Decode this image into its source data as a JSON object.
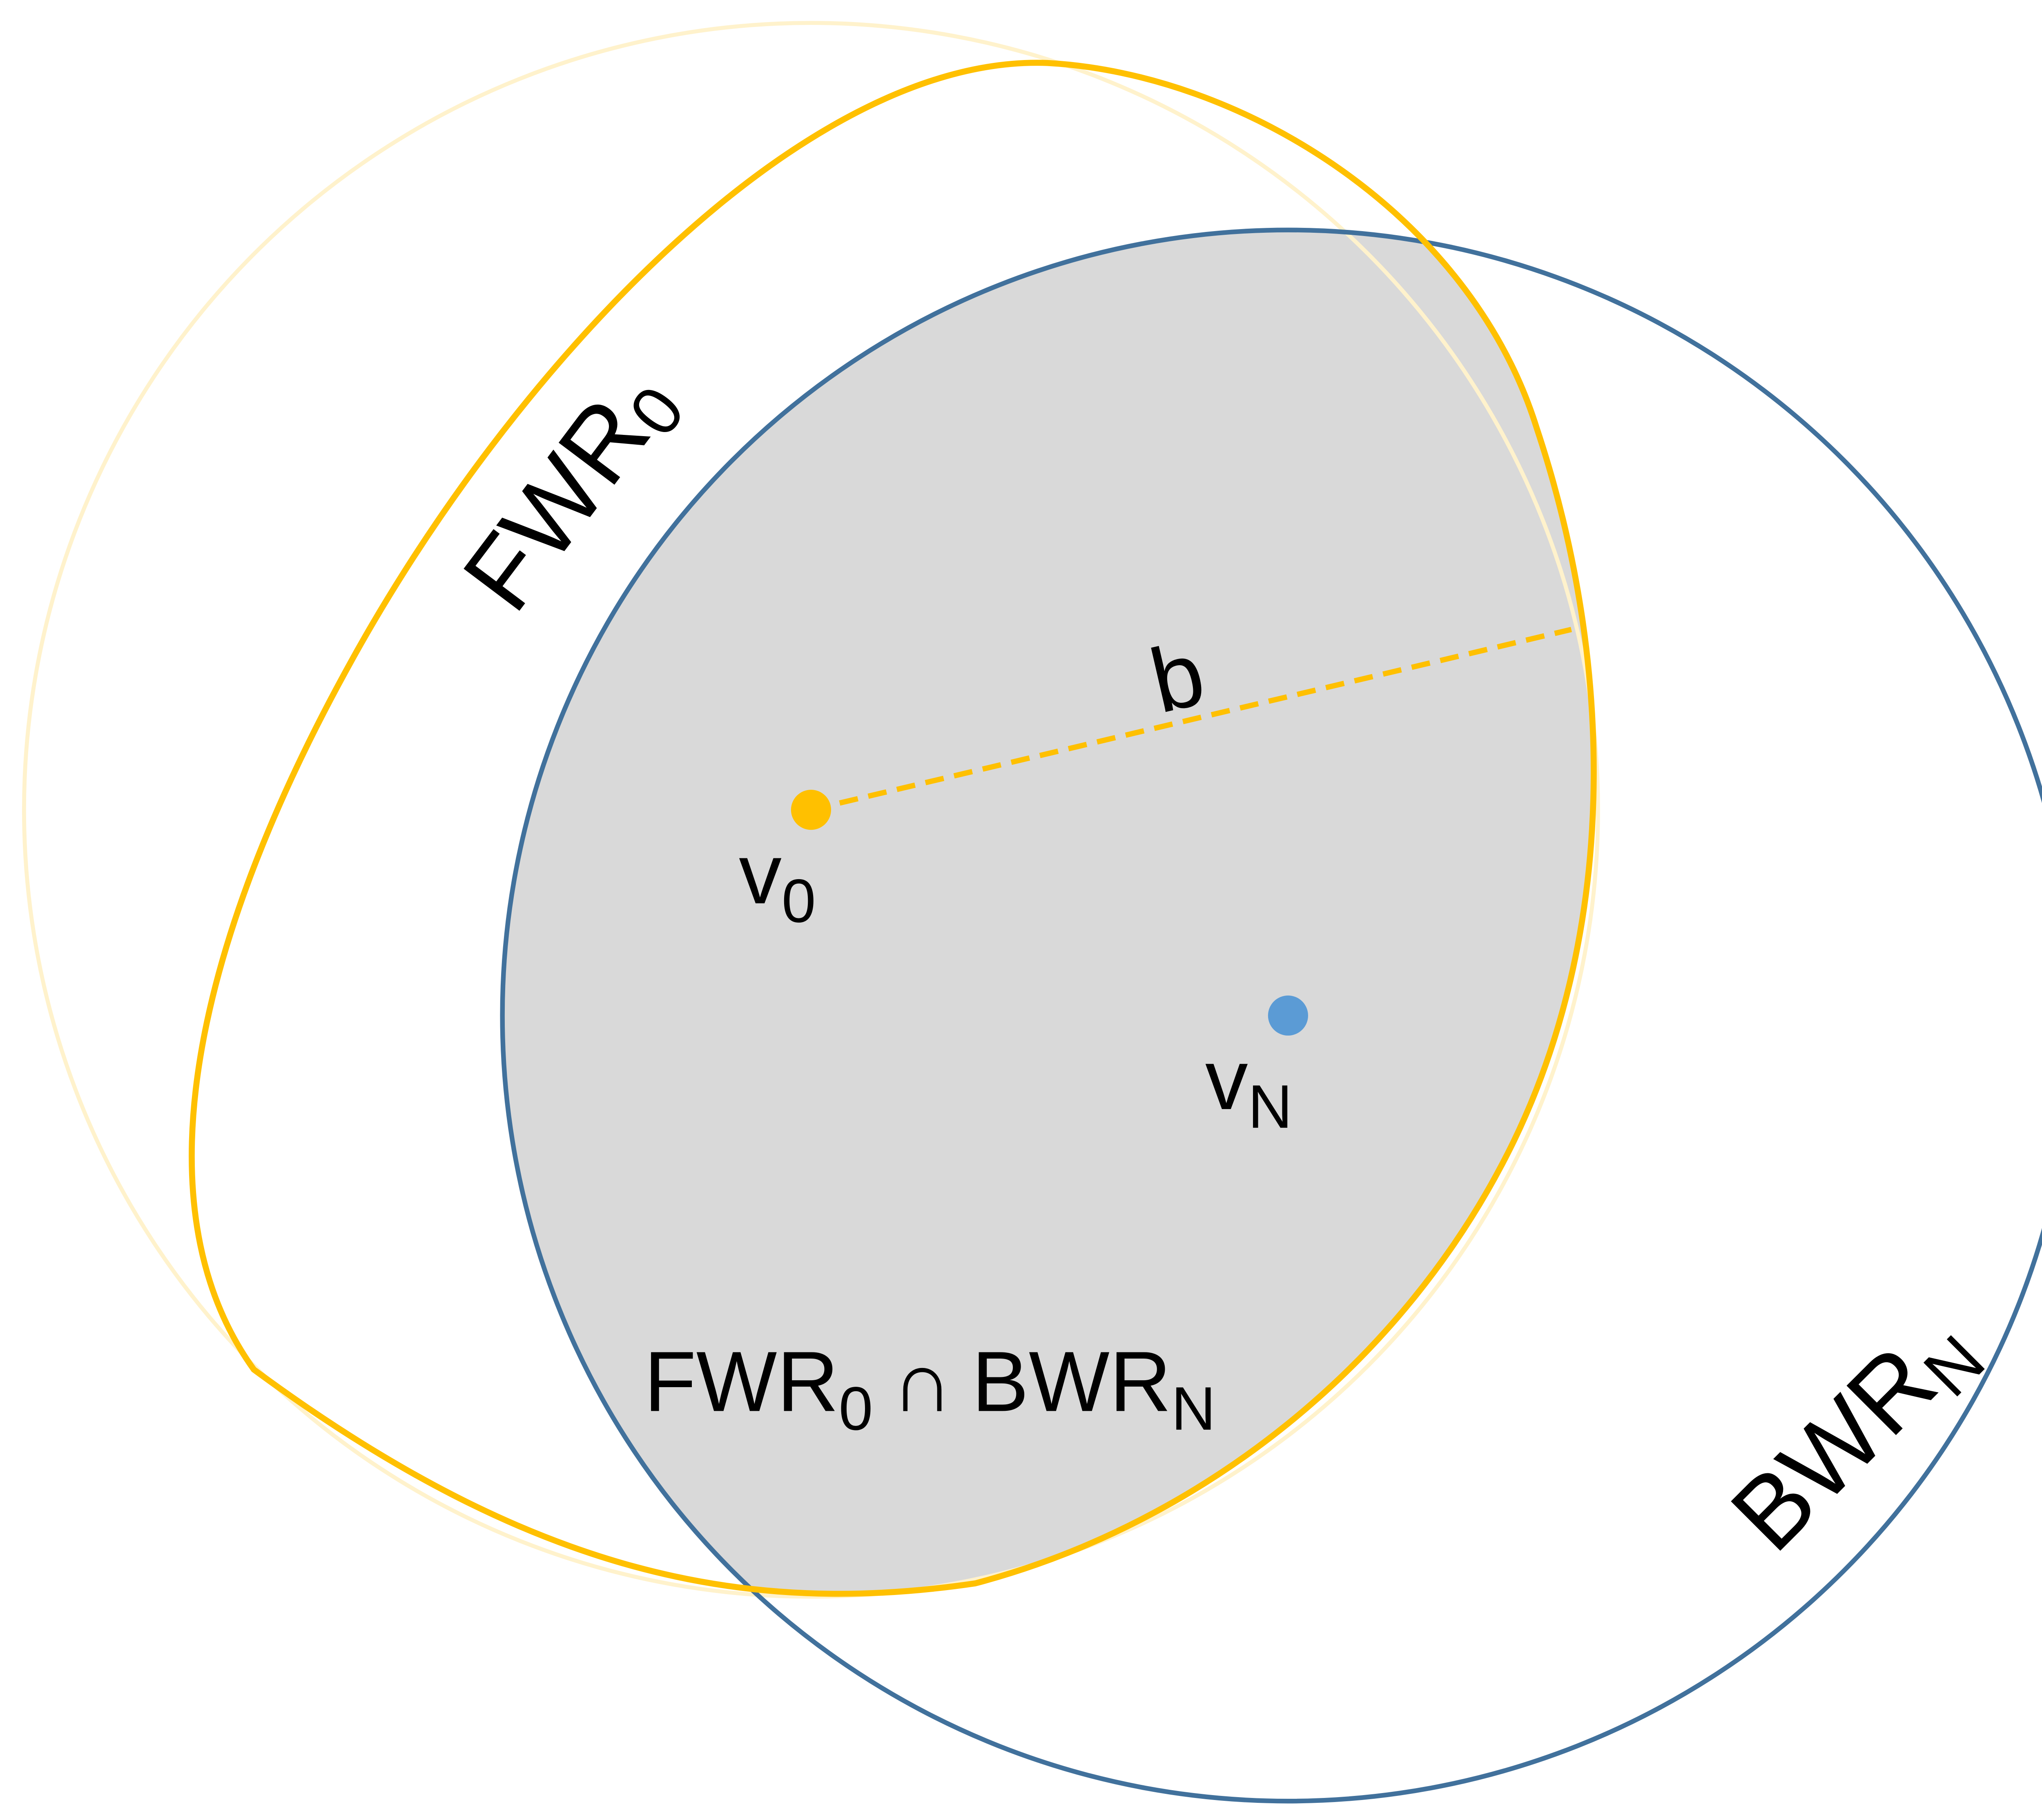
{
  "colors": {
    "forward": "#FFC000",
    "forward_faint": "#FFF2CC",
    "backward": "#41719C",
    "backward_point": "#5B9BD5",
    "intersection_fill": "#D9D9D9",
    "text": "#000000"
  },
  "labels": {
    "fwr": {
      "main": "FWR",
      "sub": "0"
    },
    "bwr": {
      "main": "BWR",
      "sub": "N"
    },
    "b": "b",
    "v0": {
      "main": "v",
      "sub": "0"
    },
    "vn": {
      "main": "v",
      "sub": "N"
    },
    "intersection": {
      "fwr_main": "FWR",
      "fwr_sub": "0",
      "op": "∩",
      "bwr_main": "BWR",
      "bwr_sub": "N"
    }
  }
}
